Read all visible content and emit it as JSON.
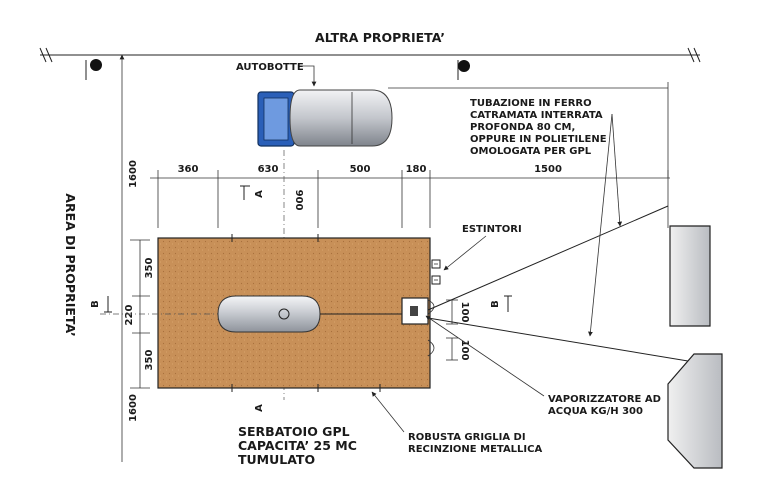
{
  "labels": {
    "altra_proprieta": "ALTRA PROPRIETA’",
    "area_di_proprieta": "AREA DI PROPRIETA’",
    "autobotte": "AUTOBOTTE",
    "tubazione": [
      "TUBAZIONE IN FERRO",
      "CATRAMATA INTERRATA",
      "PROFONDA 80 CM,",
      "OPPURE IN POLIETILENE",
      "OMOLOGATA PER GPL"
    ],
    "estintori": "ESTINTORI",
    "serbatoio": [
      "SERBATOIO GPL",
      "CAPACITA’ 25 MC",
      "TUMULATO"
    ],
    "griglia": [
      "ROBUSTA GRIGLIA DI",
      "RECINZIONE METALLICA"
    ],
    "vaporizzatore": [
      "VAPORIZZATORE AD",
      "ACQUA KG/H 300"
    ],
    "section_a_top": "A",
    "section_a_bottom": "A",
    "section_b_left": "B",
    "section_b_right": "B"
  },
  "dimensions": {
    "top": [
      "360",
      "630",
      "500",
      "180",
      "1500"
    ],
    "left": [
      "350",
      "220",
      "350"
    ],
    "left_outer": [
      "1600",
      "1600"
    ],
    "vertical_900": "900",
    "box_100_top": "100",
    "box_100_bottom": "100"
  },
  "colors": {
    "soil": "#c8915a",
    "truck_cab": "#2a5fb8",
    "tank": "#d6d9de",
    "ink": "#1a1a1a"
  }
}
